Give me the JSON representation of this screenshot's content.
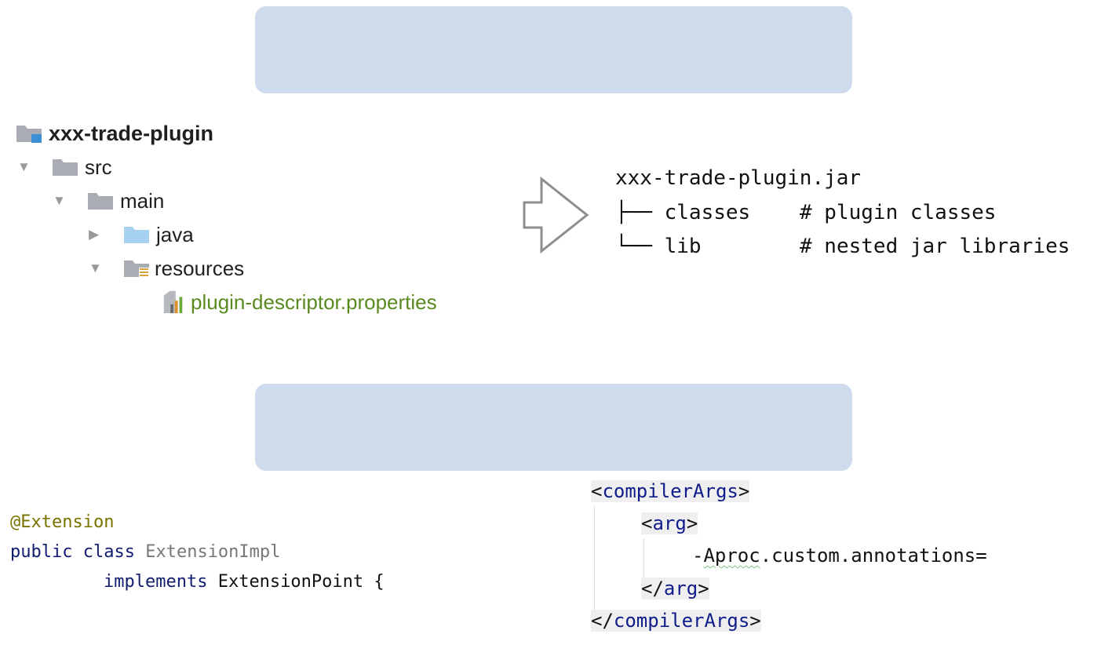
{
  "tree": {
    "root": "xxx-trade-plugin",
    "src": "src",
    "main": "main",
    "java": "java",
    "resources": "resources",
    "file": "plugin-descriptor.properties"
  },
  "jar": {
    "name": "xxx-trade-plugin.jar",
    "classes_branch": "├── classes",
    "classes_comment": "# plugin classes",
    "lib_branch": "└── lib",
    "lib_comment": "# nested jar libraries"
  },
  "java_code": {
    "annotation": "@Extension",
    "kw_public": "public",
    "kw_class": "class",
    "class_name": "ExtensionImpl",
    "kw_implements": "implements",
    "interface_name": "ExtensionPoint {"
  },
  "xml": {
    "open_compiler_lt": "<",
    "compiler_tag": "compilerArgs",
    "gt": ">",
    "arg_tag": "arg",
    "close_lt": "</",
    "arg_value_prefix": "-",
    "arg_value_squiggle": "Aproc",
    "arg_value_rest": ".custom.annotations="
  },
  "colors": {
    "banner": "#cddbed",
    "file_green": "#5a8a1f",
    "keyword_navy": "#101c6e",
    "annotation_olive": "#7a7300"
  },
  "icons": {
    "module": "module-folder-icon",
    "folder": "folder-icon",
    "source_folder": "source-folder-icon",
    "resources_folder": "resources-folder-icon",
    "properties_file": "properties-file-icon",
    "outline_arrow": "outline-right-arrow-icon"
  }
}
